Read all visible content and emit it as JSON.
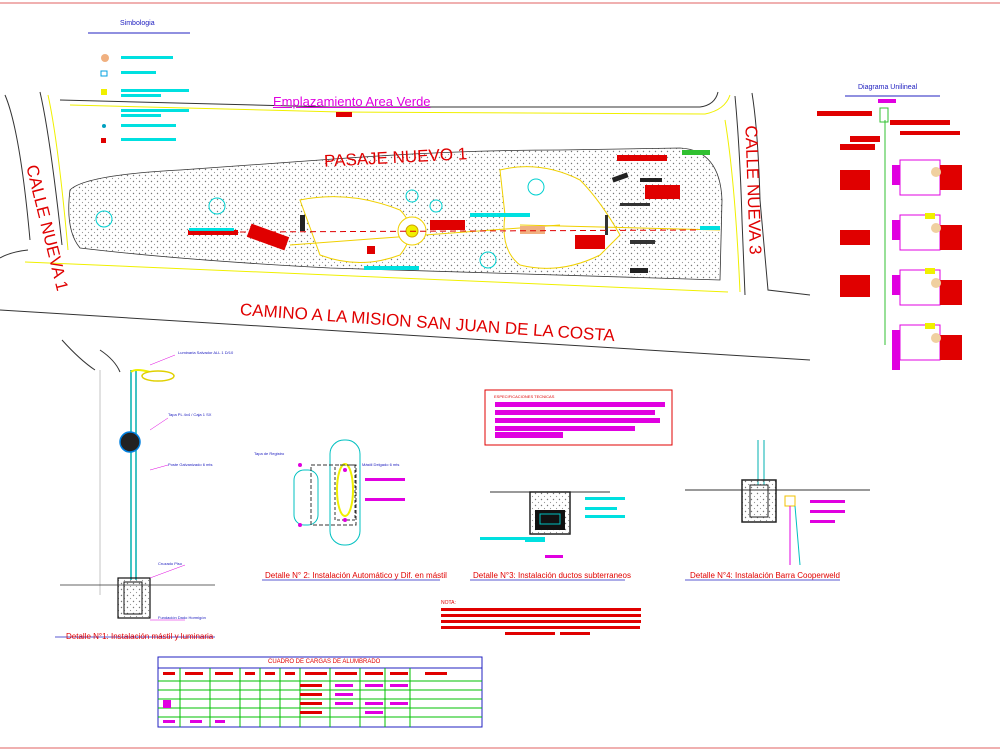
{
  "simbologia": {
    "title": "Simbologia"
  },
  "site": {
    "title": "Emplazamiento Area Verde",
    "streets": {
      "pasaje": "PASAJE NUEVO 1",
      "calle1": "CALLE NUEVA 1",
      "calle3": "CALLE NUEVA 3",
      "camino": "CAMINO A LA MISION  SAN JUAN DE LA COSTA"
    }
  },
  "unifilar": {
    "title": "Diagrama Unilineal"
  },
  "especificaciones": {
    "title": "ESPECIFICACIONES TECNICAS"
  },
  "details": {
    "d1": "Detalle N°1: Instalación mástil  y luminaria",
    "d2": "Detalle N° 2: Instalación Automático y Dif. en mástil",
    "d3": "Detalle N°3: Instalación ductos subterraneos",
    "d4": "Detalle N°4: Instalación Barra Cooperweld"
  },
  "d1_labels": {
    "luminaria": "Luminaria Salvador ALL 1 D/10",
    "tapa": "Tapa PL 4x4 / Caja 1 SX",
    "poste": "Poste Galvanizado 6 mts",
    "nivel": "Cruzado Piso",
    "fundacion": "Fundación Dado Hormigón"
  },
  "d2_labels": {
    "tapa": "Tapa de Registro",
    "mastil": "Mástil Delgado 6 mts"
  },
  "nota": {
    "title": "NOTA:"
  },
  "tabla": {
    "title": "CUADRO DE CARGAS DE ALUMBRADO"
  },
  "colors": {
    "red": "#e00000",
    "cyan": "#00e0e0",
    "magenta": "#e000e0",
    "yellow": "#f0f000",
    "blue": "#2020c0",
    "green": "#30c030"
  }
}
